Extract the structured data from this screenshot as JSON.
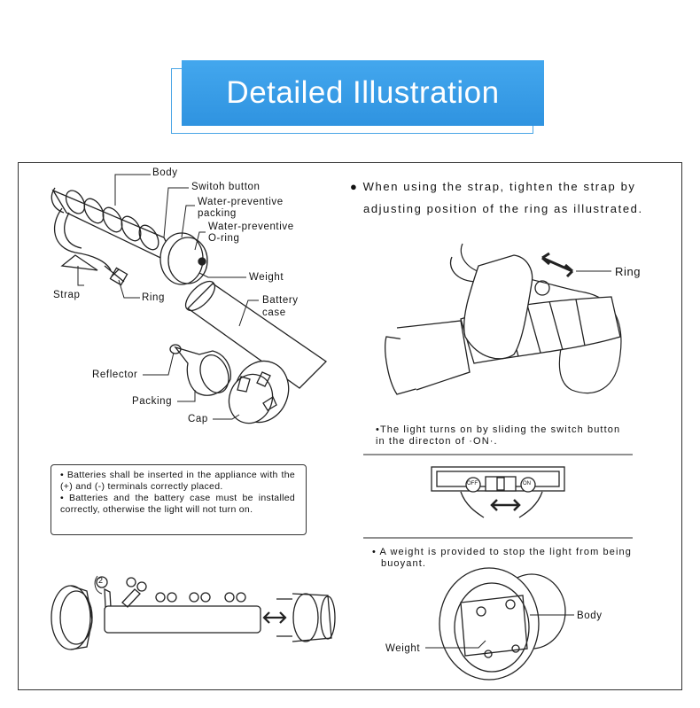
{
  "banner": {
    "title": "Detailed Illustration"
  },
  "parts": {
    "body": "Body",
    "switch": "Switoh button",
    "water_packing_1": "Water-preventive",
    "water_packing_2": "packing",
    "water_oring_1": "Water-preventive",
    "water_oring_2": "O-ring",
    "weight": "Weight",
    "strap": "Strap",
    "ring": "Ring",
    "battery_1": "Battery",
    "battery_2": "case",
    "reflector": "Reflector",
    "packing": "Packing",
    "cap": "Cap"
  },
  "battery_note": {
    "line1": "Batteries shall be inserted in the appliance with the (+) and (-) terminals correctly placed.",
    "line2": "Batteries and the battery case must be installed correctly, otherwise the light will not turn on."
  },
  "strap_note": {
    "line1": "When using the strap, tighten the strap by",
    "line2": "adjusting position of the ring as illustrated.",
    "ring_label": "Ring"
  },
  "switch_note": {
    "line1": "•The light turns on by sliding the switch button",
    "line2": "in the directon of ·ON·.",
    "off": "OFF",
    "on": "ON"
  },
  "weight_note": {
    "line1": "• A weight is provided to stop the light from being",
    "line2": "buoyant.",
    "body_label": "Body",
    "weight_label": "Weight"
  },
  "step_number": "2"
}
